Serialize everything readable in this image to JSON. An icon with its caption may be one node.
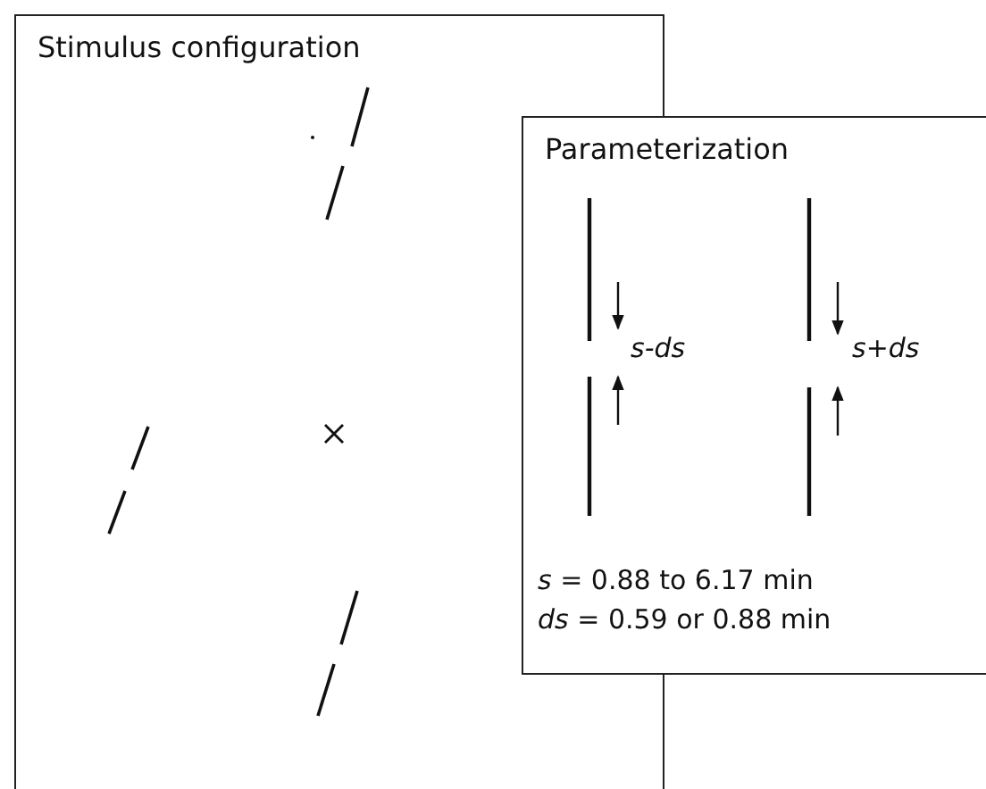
{
  "diagram": {
    "nodes": [
      {
        "text": [
          "Stimulus configuration"
        ]
      },
      {
        "text": [
          "Parameterization"
        ]
      }
    ],
    "labels": [
      "s-ds",
      "s+ds",
      "*s* = 0.88 to 6.17 min",
      "*ds* = 0.59 or 0.88 min"
    ]
  }
}
